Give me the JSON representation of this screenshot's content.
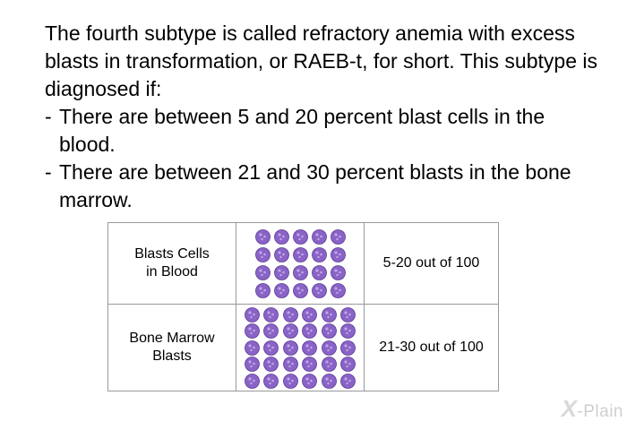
{
  "intro": "The fourth subtype is called refractory anemia with excess blasts in transformation, or RAEB-t, for short. This subtype is diagnosed if:",
  "bullets": [
    "There are between 5 and 20 percent blast cells in the blood.",
    "There are between 21 and 30 percent blasts in the bone marrow."
  ],
  "table": {
    "rows": [
      {
        "label": "Blasts Cells in Blood",
        "value": "5-20 out of 100",
        "cell_count": 20,
        "icon": "blast-cell-icon"
      },
      {
        "label": "Bone Marrow Blasts",
        "value": "21-30 out of 100",
        "cell_count": 30,
        "icon": "blast-cell-icon"
      }
    ]
  },
  "colors": {
    "cell_fill": "#8a63c7",
    "cell_edge": "#5b3a94",
    "cell_spot": "#c9b4ec",
    "border": "#9a9a9a",
    "watermark": "#cfcfcf"
  },
  "watermark": {
    "x": "X",
    "text": "-Plain"
  }
}
